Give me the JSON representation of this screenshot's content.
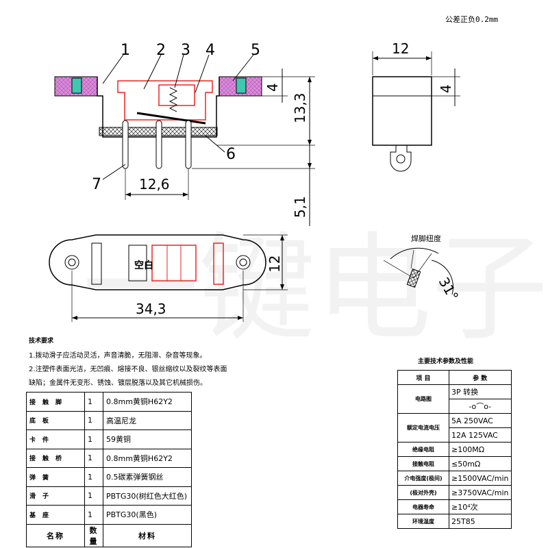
{
  "tolerance": "公差正负0.2mm",
  "callouts": [
    "1",
    "2",
    "3",
    "4",
    "5",
    "6",
    "7"
  ],
  "dims": {
    "side_width": "12",
    "side_top_h": "4",
    "side_total_h": "13,3",
    "main_top_h": "4",
    "pin_pitch": "12,6",
    "pin_len": "5,1",
    "top_h": "12",
    "mount_span": "34,3",
    "angle": "31°"
  },
  "solder_label": "焊脚纽度",
  "slider_label": "空白",
  "tech_requirements": {
    "title": "技术要求",
    "item1": "1.拨动滑子应活动灵活，声音清脆，无阻滞、杂音等现象。",
    "item2": "2.注塑件表面光洁，无凹痕、熔接不良、银丝缩纹以及裂纹等表面缺陷；金属件无变形、锈蚀、镀层脱落以及其它机械损伤。"
  },
  "bom": {
    "rows": [
      {
        "name": "接触脚",
        "qty": "1",
        "material": "0.8mm黄铜H62Y2"
      },
      {
        "name": "底板",
        "qty": "1",
        "material": "高温尼龙"
      },
      {
        "name": "卡件",
        "qty": "1",
        "material": "59黄铜"
      },
      {
        "name": "接触桥",
        "qty": "1",
        "material": "0.8mm黄铜H62Y2"
      },
      {
        "name": "弹簧",
        "qty": "1",
        "material": "0.5碳素弹簧钢丝"
      },
      {
        "name": "滑子",
        "qty": "1",
        "material": "PBTG30(树红色大红色)"
      },
      {
        "name": "基座",
        "qty": "1",
        "material": "PBTG30(黑色)"
      }
    ],
    "header": {
      "name": "名称",
      "qty": "数量",
      "material": "材料"
    }
  },
  "spec": {
    "title": "主要技术参数及性能",
    "header": {
      "item": "项 目",
      "param": "参 数"
    },
    "rows": [
      {
        "key": "电路图",
        "vals": [
          "3P 转换",
          "-o⌒o-"
        ]
      },
      {
        "key": "额定电流电压",
        "vals": [
          "5A 250VAC",
          "12A 125VAC"
        ]
      },
      {
        "key": "绝缘电阻",
        "vals": [
          "≥100MΩ"
        ]
      },
      {
        "key": "接触电阻",
        "vals": [
          "≤50mΩ"
        ]
      },
      {
        "key": "介电强度(极间)",
        "vals": [
          "≥1500VAC/min"
        ]
      },
      {
        "key": "(极对外壳)",
        "vals": [
          "≥3750VAC/min"
        ]
      },
      {
        "key": "电器寿命",
        "vals": [
          "≥10⁴次"
        ]
      },
      {
        "key": "环境温度",
        "vals": [
          "25T85"
        ]
      }
    ]
  },
  "watermark": "一键电子"
}
